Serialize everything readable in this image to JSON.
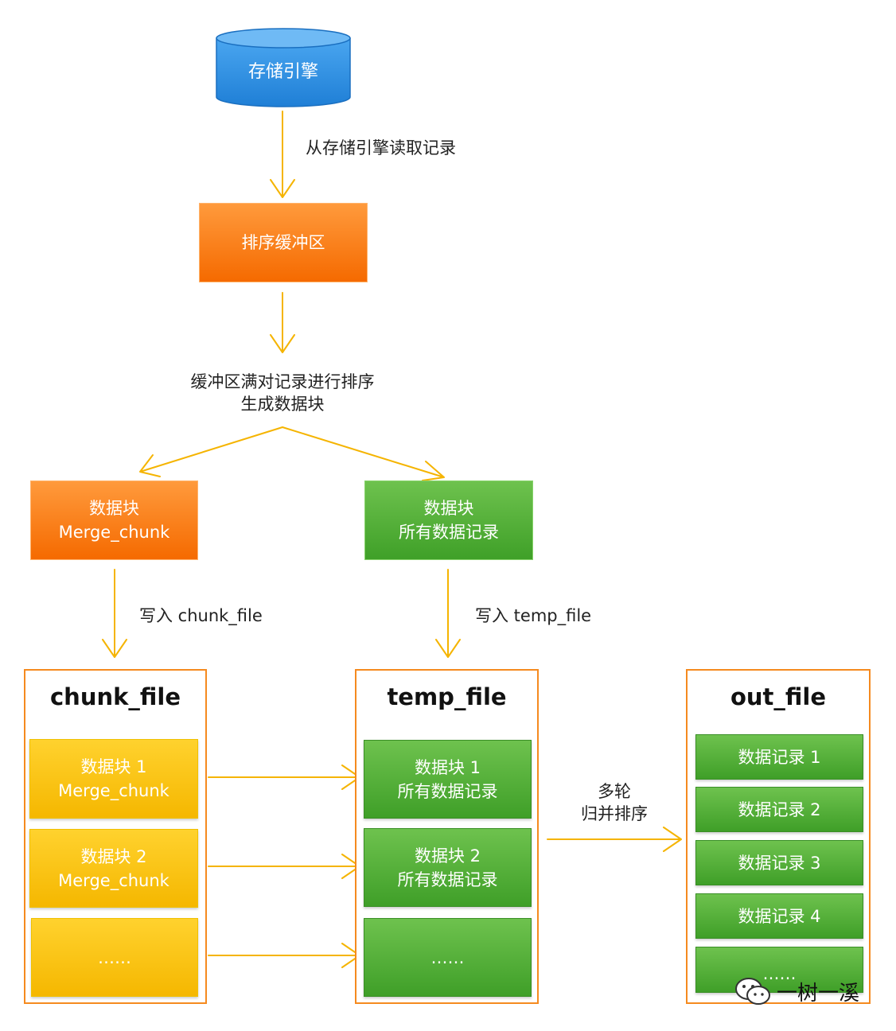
{
  "storage_engine": "存储引擎",
  "step_read": "从存储引擎读取记录",
  "sort_buffer": "排序缓冲区",
  "step_full_line1": "缓冲区满对记录进行排序",
  "step_full_line2": "生成数据块",
  "chunk_left": {
    "line1": "数据块",
    "line2": "Merge_chunk"
  },
  "chunk_right": {
    "line1": "数据块",
    "line2": "所有数据记录"
  },
  "write_chunk_file": "写入 chunk_file",
  "write_temp_file": "写入 temp_file",
  "chunk_file": {
    "title": "chunk_file",
    "items": [
      {
        "line1": "数据块 1",
        "line2": "Merge_chunk"
      },
      {
        "line1": "数据块 2",
        "line2": "Merge_chunk"
      },
      {
        "line1": "……"
      }
    ]
  },
  "temp_file": {
    "title": "temp_file",
    "items": [
      {
        "line1": "数据块 1",
        "line2": "所有数据记录"
      },
      {
        "line1": "数据块 2",
        "line2": "所有数据记录"
      },
      {
        "line1": "……"
      }
    ]
  },
  "merge_label_line1": "多轮",
  "merge_label_line2": "归并排序",
  "out_file": {
    "title": "out_file",
    "items": [
      "数据记录 1",
      "数据记录 2",
      "数据记录 3",
      "数据记录 4",
      "……"
    ]
  },
  "watermark": "一树一溪",
  "colors": {
    "arrow": "#f5b400",
    "cylinder": "#2f8de4",
    "orange": "#f56a00",
    "green": "#3fa028",
    "yellow": "#f5b700",
    "frame": "#f58a1f"
  }
}
